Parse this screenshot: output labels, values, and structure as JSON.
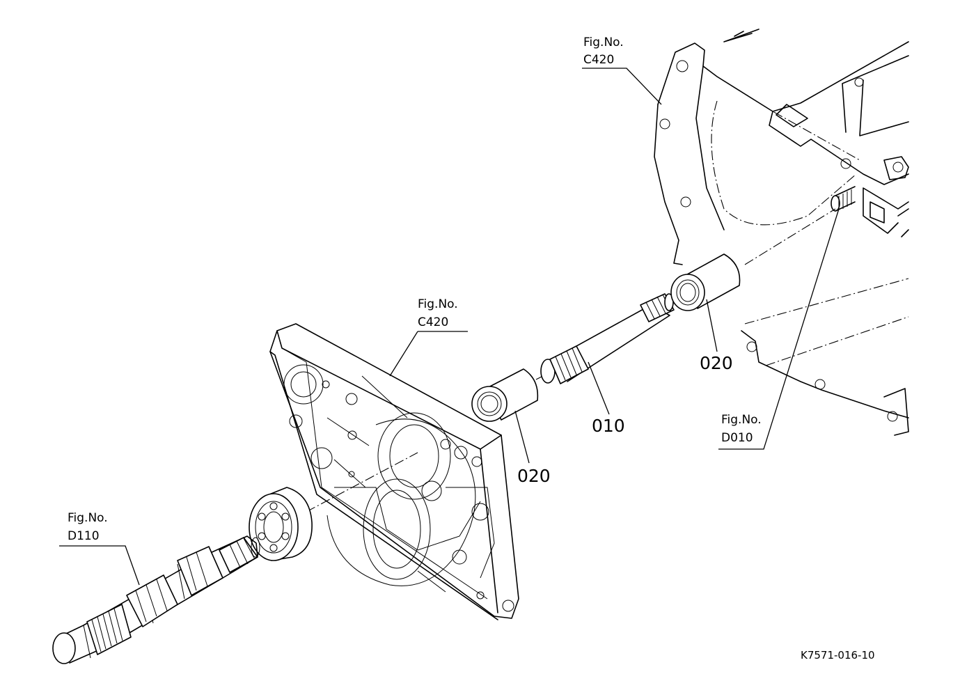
{
  "callouts": {
    "fig_top_right": {
      "prefix": "Fig.No.",
      "code": "C420"
    },
    "fig_center": {
      "prefix": "Fig.No.",
      "code": "C420"
    },
    "fig_right": {
      "prefix": "Fig.No.",
      "code": "D010"
    },
    "fig_left": {
      "prefix": "Fig.No.",
      "code": "D110"
    }
  },
  "parts": {
    "shaft": "010",
    "bearing_sleeve_left": "020",
    "bearing_sleeve_right": "020"
  },
  "drawing_code": "K7571-016-10"
}
